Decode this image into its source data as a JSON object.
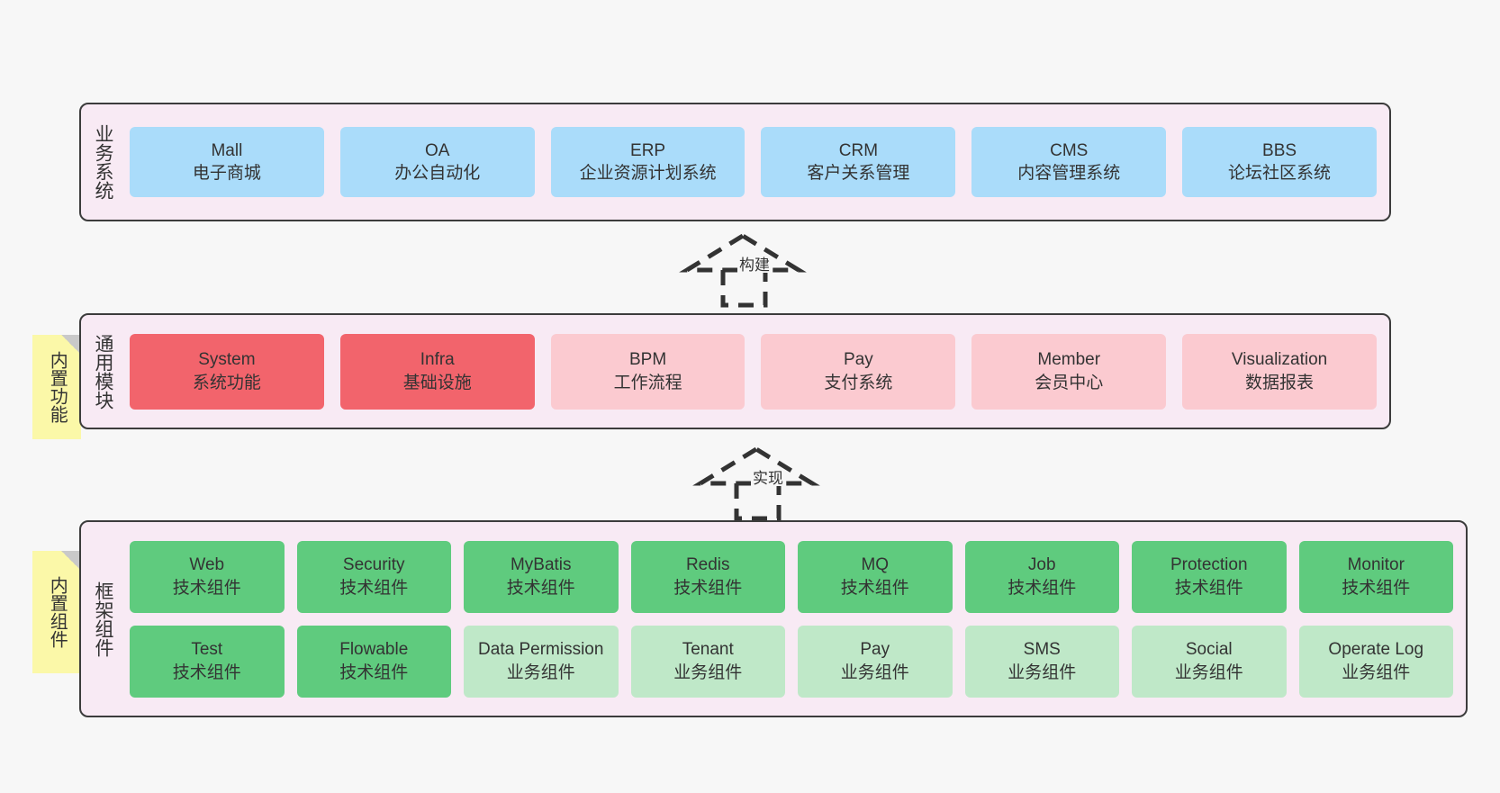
{
  "diagram": {
    "background_color": "#f7f7f7",
    "layers": [
      {
        "id": "business",
        "title": "业务系统",
        "fill": "#f8eaf4",
        "border_color": "#3c3c3c",
        "items": [
          {
            "name": "Mall",
            "desc": "电子商城",
            "color": "#aadcfa"
          },
          {
            "name": "OA",
            "desc": "办公自动化",
            "color": "#aadcfa"
          },
          {
            "name": "ERP",
            "desc": "企业资源计划系统",
            "color": "#aadcfa"
          },
          {
            "name": "CRM",
            "desc": "客户关系管理",
            "color": "#aadcfa"
          },
          {
            "name": "CMS",
            "desc": "内容管理系统",
            "color": "#aadcfa"
          },
          {
            "name": "BBS",
            "desc": "论坛社区系统",
            "color": "#aadcfa"
          }
        ]
      },
      {
        "id": "modules",
        "title": "通用模块",
        "fill": "#f8eaf4",
        "border_color": "#3c3c3c",
        "note": "内置功能",
        "items": [
          {
            "name": "System",
            "desc": "系统功能",
            "color": "#f2646c"
          },
          {
            "name": "Infra",
            "desc": "基础设施",
            "color": "#f2646c"
          },
          {
            "name": "BPM",
            "desc": "工作流程",
            "color": "#fbcad0"
          },
          {
            "name": "Pay",
            "desc": "支付系统",
            "color": "#fbcad0"
          },
          {
            "name": "Member",
            "desc": "会员中心",
            "color": "#fbcad0"
          },
          {
            "name": "Visualization",
            "desc": "数据报表",
            "color": "#fbcad0"
          }
        ]
      },
      {
        "id": "framework",
        "title": "框架组件",
        "fill": "#f8eaf4",
        "border_color": "#3c3c3c",
        "note": "内置组件",
        "rows": [
          [
            {
              "name": "Web",
              "desc": "技术组件",
              "color": "#5fcb7e"
            },
            {
              "name": "Security",
              "desc": "技术组件",
              "color": "#5fcb7e"
            },
            {
              "name": "MyBatis",
              "desc": "技术组件",
              "color": "#5fcb7e"
            },
            {
              "name": "Redis",
              "desc": "技术组件",
              "color": "#5fcb7e"
            },
            {
              "name": "MQ",
              "desc": "技术组件",
              "color": "#5fcb7e"
            },
            {
              "name": "Job",
              "desc": "技术组件",
              "color": "#5fcb7e"
            },
            {
              "name": "Protection",
              "desc": "技术组件",
              "color": "#5fcb7e"
            },
            {
              "name": "Monitor",
              "desc": "技术组件",
              "color": "#5fcb7e"
            }
          ],
          [
            {
              "name": "Test",
              "desc": "技术组件",
              "color": "#5fcb7e"
            },
            {
              "name": "Flowable",
              "desc": "技术组件",
              "color": "#5fcb7e"
            },
            {
              "name": "Data Permission",
              "desc": "业务组件",
              "color": "#bfe8c8"
            },
            {
              "name": "Tenant",
              "desc": "业务组件",
              "color": "#bfe8c8"
            },
            {
              "name": "Pay",
              "desc": "业务组件",
              "color": "#bfe8c8"
            },
            {
              "name": "SMS",
              "desc": "业务组件",
              "color": "#bfe8c8"
            },
            {
              "name": "Social",
              "desc": "业务组件",
              "color": "#bfe8c8"
            },
            {
              "name": "Operate Log",
              "desc": "业务组件",
              "color": "#bfe8c8"
            }
          ]
        ]
      }
    ],
    "connectors": [
      {
        "id": "build",
        "label": "构建",
        "style": "dashed-generalization"
      },
      {
        "id": "impl",
        "label": "实现",
        "style": "dashed-generalization"
      }
    ]
  }
}
